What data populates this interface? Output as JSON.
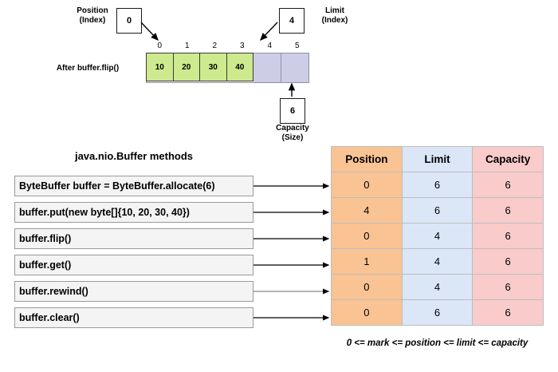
{
  "diagram": {
    "position_label": "Position\n(Index)",
    "position_label_line1": "Position",
    "position_label_line2": "(Index)",
    "position_value": "0",
    "limit_label_line1": "Limit",
    "limit_label_line2": "(Index)",
    "limit_value": "4",
    "capacity_value": "6",
    "capacity_label_line1": "Capacity",
    "capacity_label_line2": "(Size)",
    "state_caption": "After buffer.flip()",
    "indices": [
      "0",
      "1",
      "2",
      "3",
      "4",
      "5"
    ],
    "cells": [
      {
        "value": "10",
        "state": "filled"
      },
      {
        "value": "20",
        "state": "filled"
      },
      {
        "value": "30",
        "state": "filled"
      },
      {
        "value": "40",
        "state": "filled"
      },
      {
        "value": "",
        "state": "empty"
      },
      {
        "value": "",
        "state": "empty"
      }
    ],
    "colors": {
      "filled": "#cdea8e",
      "empty": "#cecde6"
    }
  },
  "methods": {
    "title": "java.nio.Buffer methods",
    "items": [
      "ByteBuffer buffer = ByteBuffer.allocate(6)",
      "buffer.put(new byte[]{10, 20, 30, 40})",
      "buffer.flip()",
      "buffer.get()",
      "buffer.rewind()",
      "buffer.clear()"
    ]
  },
  "table": {
    "headers": [
      "Position",
      "Limit",
      "Capacity"
    ],
    "rows": [
      [
        "0",
        "6",
        "6"
      ],
      [
        "4",
        "6",
        "6"
      ],
      [
        "0",
        "4",
        "6"
      ],
      [
        "1",
        "4",
        "6"
      ],
      [
        "0",
        "4",
        "6"
      ],
      [
        "0",
        "6",
        "6"
      ]
    ],
    "colors": {
      "position": "#f9c393",
      "limit": "#dbe6f7",
      "capacity": "#f9cbcb"
    }
  },
  "footer": {
    "formula": "0 <= mark <= position <= limit <= capacity"
  }
}
